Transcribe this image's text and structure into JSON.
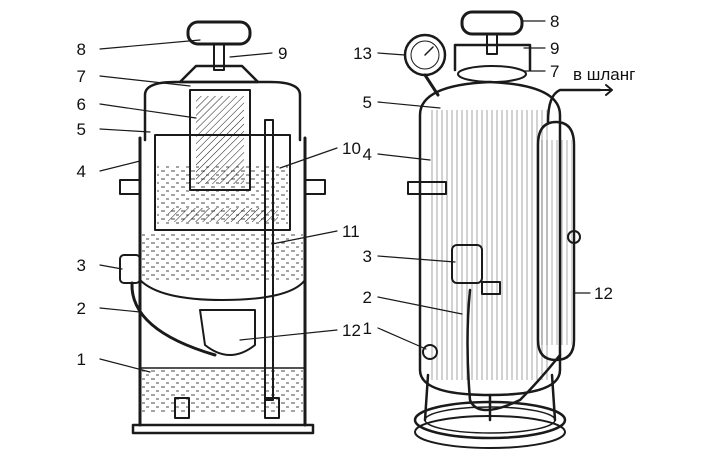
{
  "left_view": {
    "callouts": [
      "8",
      "9",
      "7",
      "6",
      "5",
      "10",
      "4",
      "11",
      "3",
      "2",
      "12",
      "1"
    ]
  },
  "right_view": {
    "callouts": [
      "8",
      "13",
      "9",
      "7",
      "5",
      "4",
      "3",
      "2",
      "12",
      "1"
    ],
    "hose_label": "в шланг"
  },
  "colors": {
    "ink": "#1a1a1a",
    "background": "#ffffff"
  }
}
